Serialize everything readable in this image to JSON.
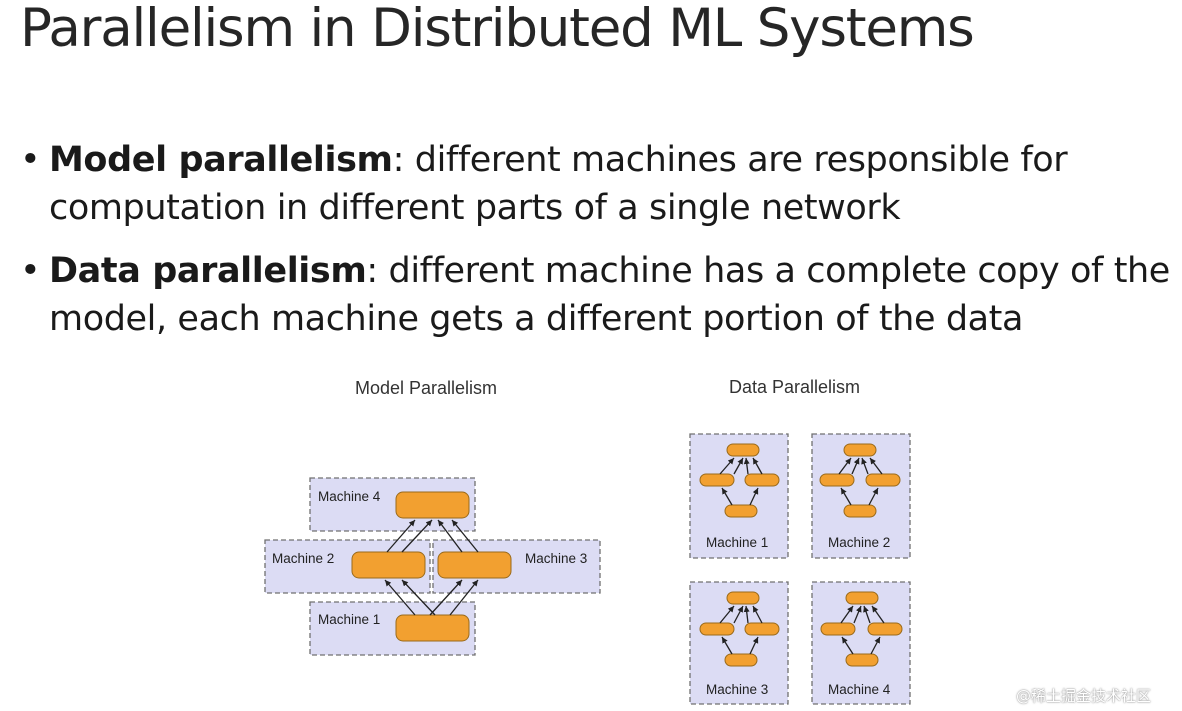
{
  "slide": {
    "title": "Parallelism in Distributed ML Systems",
    "bullets": [
      {
        "marker": "•",
        "term": "Model parallelism",
        "text": ": different machines are responsible for",
        "continuation": "computation in different parts of a single network"
      },
      {
        "marker": "•",
        "term": "Data parallelism",
        "text": ": different machine has a complete copy of the",
        "continuation": "model, each machine gets a different portion of the data"
      }
    ]
  },
  "diagrams": {
    "model_parallelism": {
      "caption": "Model Parallelism",
      "machines": [
        "Machine 4",
        "Machine 2",
        "Machine 3",
        "Machine 1"
      ]
    },
    "data_parallelism": {
      "caption": "Data Parallelism",
      "machines": [
        "Machine 1",
        "Machine 2",
        "Machine 3",
        "Machine 4"
      ]
    }
  },
  "colors": {
    "machine_fill": "#dcdcf4",
    "node_fill": "#f2a030"
  },
  "watermark": "@稀土掘金技术社区"
}
